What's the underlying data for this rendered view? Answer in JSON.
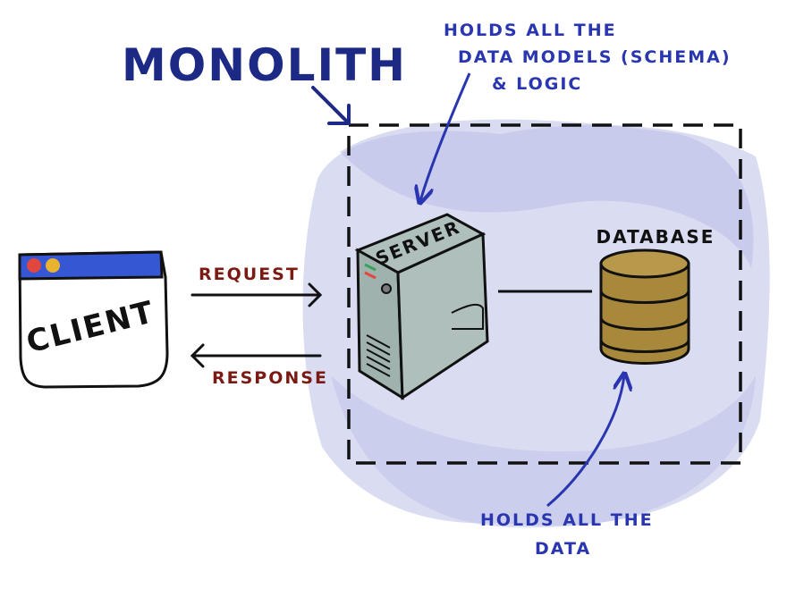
{
  "title": "MONOLITH",
  "annotations": {
    "server_note": [
      "HOLDS ALL THE",
      "DATA MODELS (SCHEMA)",
      "& LOGIC"
    ],
    "database_note": [
      "HOLDS ALL THE",
      "DATA"
    ]
  },
  "client": {
    "label": "CLIENT",
    "dot_colors": [
      "#e2473d",
      "#e9b22f"
    ],
    "titlebar_color": "#3557d4"
  },
  "arrows": {
    "request_label": "REQUEST",
    "response_label": "RESPONSE"
  },
  "server": {
    "label": "SERVER",
    "body_color": "#aebfbc"
  },
  "database": {
    "label": "DATABASE",
    "body_color": "#a8893c"
  },
  "colors": {
    "title": "#1c2a86",
    "annotation": "#2936b0",
    "arrow_label": "#7a1a12",
    "wash": "#cdd0ee"
  }
}
